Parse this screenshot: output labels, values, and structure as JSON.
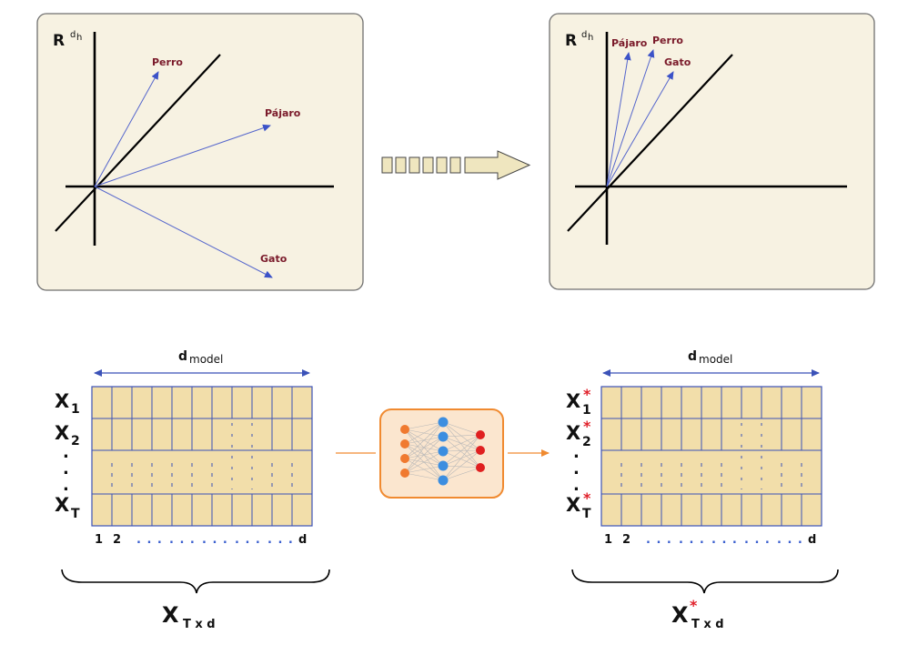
{
  "left_panel": {
    "space_label": "R",
    "space_sup": "d",
    "space_sup_sub": "h",
    "vectors": [
      {
        "label": "Perro"
      },
      {
        "label": "Pájaro"
      },
      {
        "label": "Gato"
      }
    ]
  },
  "right_panel": {
    "space_label": "R",
    "space_sup": "d",
    "space_sup_sub": "h",
    "vectors": [
      {
        "label": "Pájaro"
      },
      {
        "label": "Perro"
      },
      {
        "label": "Gato"
      }
    ]
  },
  "input_matrix": {
    "dim_label": "d",
    "dim_sub": "model",
    "rows": [
      {
        "main": "X",
        "sub": "1"
      },
      {
        "main": "X",
        "sub": "2"
      },
      {
        "main": "X",
        "sub": "T"
      }
    ],
    "row_dots": [
      ".",
      ".",
      "."
    ],
    "col_labels": {
      "first": "1",
      "second": "2",
      "dots": ". . .",
      "last": "d"
    },
    "matrix_main": "X",
    "matrix_sub": "T x d"
  },
  "output_matrix": {
    "dim_label": "d",
    "dim_sub": "model",
    "rows": [
      {
        "main": "X",
        "sub": "1",
        "star": "*"
      },
      {
        "main": "X",
        "sub": "2",
        "star": "*"
      },
      {
        "main": "X",
        "sub": "T",
        "star": "*"
      }
    ],
    "row_dots": [
      ".",
      ".",
      "."
    ],
    "col_labels": {
      "first": "1",
      "second": "2",
      "dots": ". . .",
      "last": "d"
    },
    "matrix_main": "X",
    "matrix_star": "*",
    "matrix_sub": "T x d"
  },
  "colors": {
    "panel_bg": "#f7f2e2",
    "matrix_fill": "#f2deaa",
    "grid_line": "#3b52b8",
    "vector": "#5566cc",
    "label": "#7a1a2a",
    "nn_border": "#f08a30",
    "nn_bg": "#fbe6cf",
    "node_in": "#f07a30",
    "node_hidden": "#3c8ee0",
    "node_out": "#e02020",
    "arrow_fill": "#efe6bf"
  }
}
